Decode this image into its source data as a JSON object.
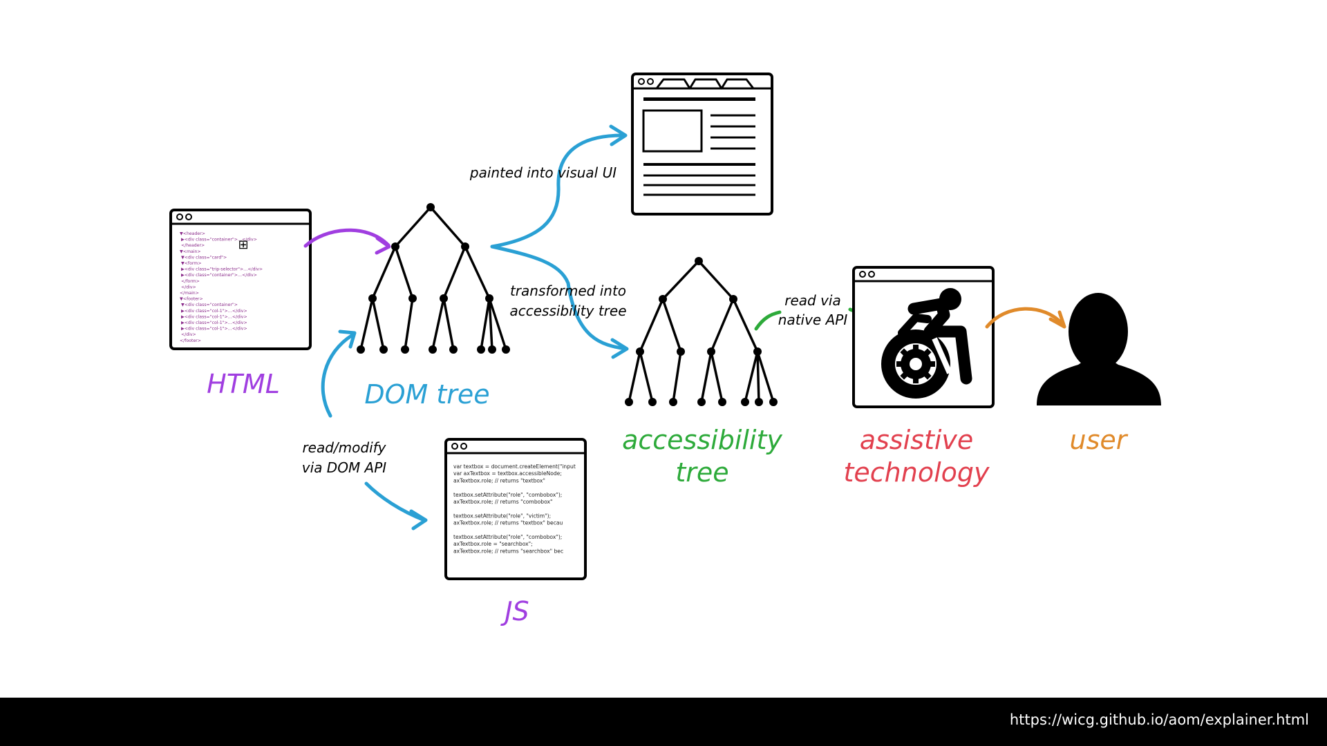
{
  "labels": {
    "html": "HTML",
    "dom_tree": "DOM tree",
    "accessibility_tree_line1": "accessibility",
    "accessibility_tree_line2": "tree",
    "assistive_technology_line1": "assistive",
    "assistive_technology_line2": "technology",
    "user": "user",
    "js": "JS"
  },
  "annotations": {
    "painted": "painted into visual UI",
    "transformed_line1": "transformed into",
    "transformed_line2": "accessibility tree",
    "read_native_line1": "read via",
    "read_native_line2": "native API",
    "read_modify_line1": "read/modify",
    "read_modify_line2": "via DOM API"
  },
  "html_code": [
    "▼<header>",
    "  ▶<div class=\"container\">…</div>",
    "  </header>",
    "▼<main>",
    "  ▼<div class=\"card\">",
    "    ▼<form>",
    "      ▶<div class=\"trip-selector\">…</div>",
    "      ▶<div class=\"container\">…</div>",
    "    </form>",
    "  </div>",
    "</main>",
    "▼<footer>",
    "  ▼<div class=\"container\">",
    "    ▶<div class=\"col-1\">…</div>",
    "    ▶<div class=\"col-1\">…</div>",
    "    ▶<div class=\"col-1\">…</div>",
    "    ▶<div class=\"col-1\">…</div>",
    "  </div>",
    "</footer>"
  ],
  "js_code": [
    "var textbox = document.createElement(\"input",
    "var axTextbox = textbox.accessibleNode;",
    "axTextbox.role;  // returns \"textbox\"",
    "",
    "textbox.setAttribute(\"role\", \"combobox\");",
    "axTextbox.role;  // returns \"combobox\"",
    "",
    "textbox.setAttribute(\"role\", \"victim\");",
    "axTextbox.role;  // returns \"textbox\" becau",
    "",
    "textbox.setAttribute(\"role\", \"combobox\");",
    "axTextbox.role = \"searchbox\";",
    "axTextbox.role;  // returns \"searchbox\" bec"
  ],
  "footer_url": "https://wicg.github.io/aom/explainer.html",
  "colors": {
    "html": "#a03ee0",
    "dom": "#2aa0d4",
    "accessibility": "#2daa3a",
    "assistive": "#e2404e",
    "user": "#e08a2a",
    "js": "#a03ee0",
    "ink": "#000000"
  },
  "icons": [
    "wheelchair-gear-icon",
    "user-silhouette-icon",
    "window-dots-icon"
  ]
}
